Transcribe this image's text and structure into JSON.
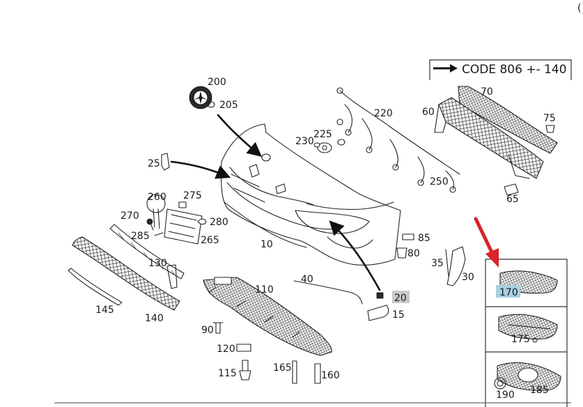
{
  "code_note": {
    "text": "CODE 806 +- 140"
  },
  "corner_mark": "(",
  "labels": {
    "p200": "200",
    "p205": "205",
    "p220": "220",
    "p225": "225",
    "p230": "230",
    "p25": "25",
    "p260": "260",
    "p270": "270",
    "p275": "275",
    "p280": "280",
    "p285": "285",
    "p265": "265",
    "p10": "10",
    "p130": "130",
    "p145": "145",
    "p140": "140",
    "p110": "110",
    "p40": "40",
    "p20": "20",
    "p15": "15",
    "p90": "90",
    "p120": "120",
    "p115": "115",
    "p165": "165",
    "p160": "160",
    "p60": "60",
    "p70": "70",
    "p75": "75",
    "p250": "250",
    "p65": "65",
    "p85": "85",
    "p80": "80",
    "p35": "35",
    "p30": "30",
    "p170": "170",
    "p175": "175",
    "p185": "185",
    "p190": "190"
  },
  "colors": {
    "highlight": "#a7cfe0",
    "pointer_arrow": "#d8232a",
    "line": "#222222"
  },
  "icons": [
    "arrow-right-icon",
    "pointer-arrow-icon"
  ]
}
